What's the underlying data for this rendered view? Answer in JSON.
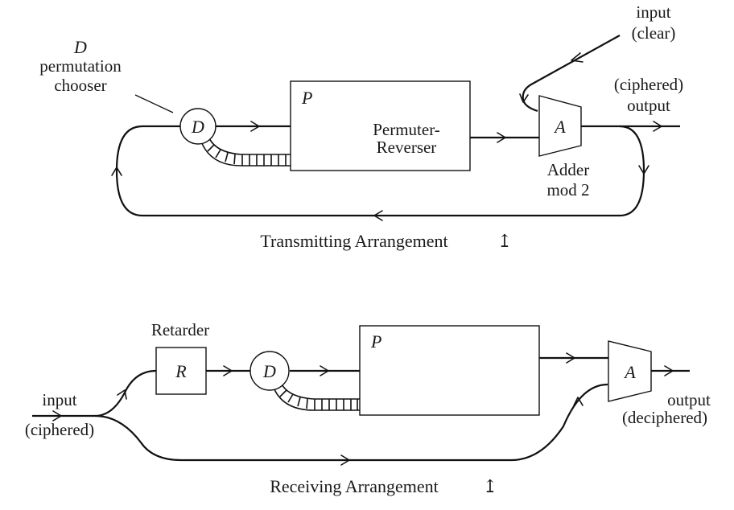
{
  "transmitting": {
    "permutation_chooser": {
      "letter": "D",
      "line1": "permutation",
      "line2": "chooser"
    },
    "d_node": "D",
    "p_box": {
      "letter": "P",
      "line1": "Permuter-",
      "line2": "Reverser"
    },
    "adder": {
      "letter": "A",
      "line1": "Adder",
      "line2": "mod 2"
    },
    "input": {
      "line1": "input",
      "line2": "(clear)"
    },
    "output": {
      "line1": "(ciphered)",
      "line2": "output"
    },
    "caption": "Transmitting Arrangement",
    "caption_symbol": "↥"
  },
  "receiving": {
    "retarder_label": "Retarder",
    "r_box": "R",
    "d_node": "D",
    "p_box": {
      "letter": "P"
    },
    "adder": {
      "letter": "A"
    },
    "input": {
      "line1": "input",
      "line2": "(ciphered)"
    },
    "output": {
      "line1": "output",
      "line2": "(deciphered)"
    },
    "caption": "Receiving Arrangement",
    "caption_symbol": "↥"
  }
}
